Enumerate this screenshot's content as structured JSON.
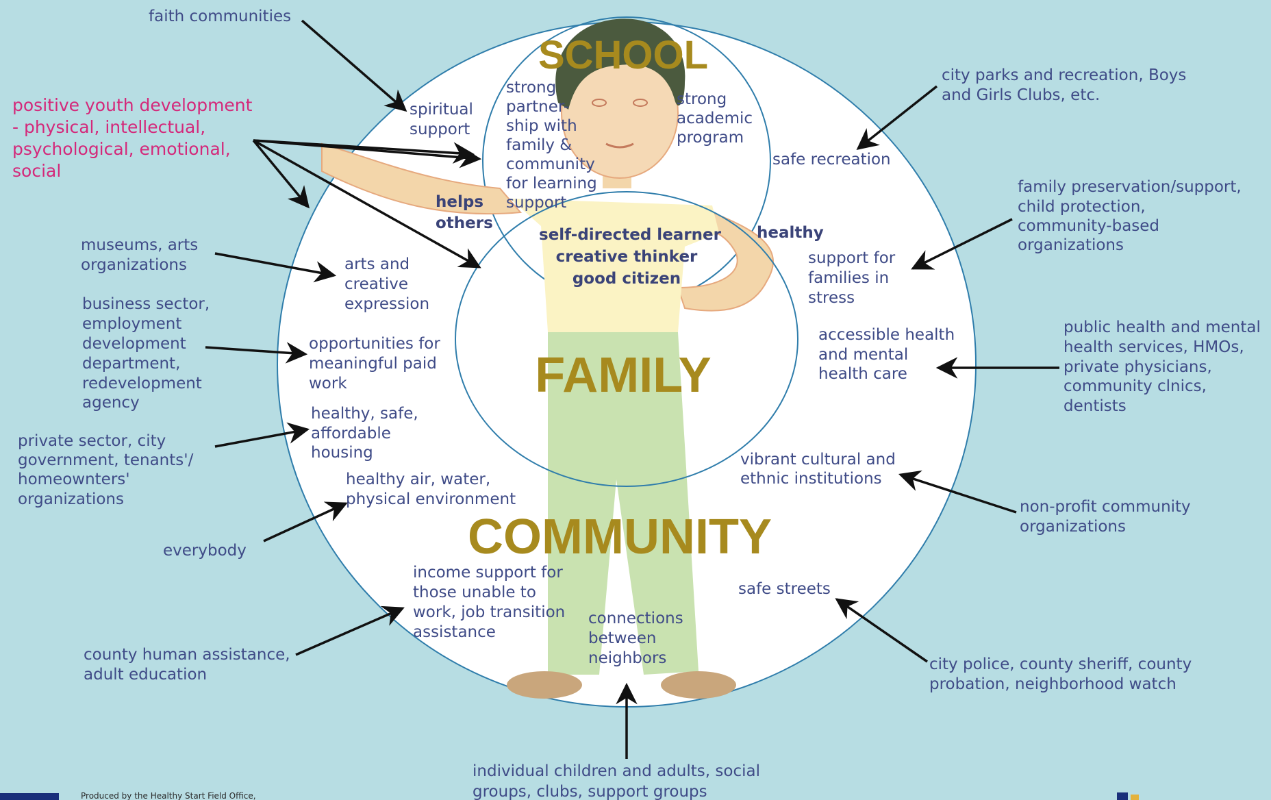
{
  "title": {
    "school": "SCHOOL",
    "family": "FAMILY",
    "community": "COMMUNITY"
  },
  "center": {
    "line1": "self-directed learner",
    "line2": "creative thinker",
    "line3": "good citizen"
  },
  "child_traits": {
    "helps": "helps",
    "others": "others",
    "healthy": "healthy"
  },
  "school_inner": {
    "left": [
      "strong",
      "partner-",
      "ship with",
      "family &",
      "community",
      "for learning",
      "support"
    ],
    "right": [
      "strong",
      "academic",
      "program"
    ]
  },
  "inner": {
    "spiritual": [
      "spiritual",
      "support"
    ],
    "safe_recreation": "safe recreation",
    "arts": [
      "arts and",
      "creative",
      "expression"
    ],
    "support_families": [
      "support for",
      "families in",
      "stress"
    ],
    "paid_work": [
      "opportunities for",
      "meaningful paid",
      "work"
    ],
    "health_care": [
      "accessible health",
      "and mental",
      "health care"
    ],
    "housing": [
      "healthy, safe,",
      "affordable",
      "housing"
    ],
    "cultural": [
      "vibrant cultural and",
      "ethnic institutions"
    ],
    "environment": [
      "healthy air, water,",
      "physical environment"
    ],
    "income": [
      "income support for",
      "those unable to",
      "work, job transition",
      "assistance"
    ],
    "safe_streets": "safe streets",
    "connections": [
      "connections",
      "between",
      "neighbors"
    ]
  },
  "outer": {
    "faith": "faith communities",
    "youth_dev": [
      "positive youth development",
      "- physical, intellectual,",
      "psychological, emotional,",
      "social"
    ],
    "parks": [
      "city parks and recreation, Boys",
      "and Girls Clubs, etc."
    ],
    "family_preservation": [
      "family preservation/support,",
      "child protection,",
      "community-based",
      "organizations"
    ],
    "museums": [
      "museums, arts",
      "organizations"
    ],
    "business": [
      "business sector,",
      "employment",
      "development",
      "department,",
      "redevelopment",
      "agency"
    ],
    "public_health": [
      "public health and mental",
      "health services, HMOs,",
      "private physicians,",
      "community clnics,",
      "dentists"
    ],
    "private_sector": [
      "private sector, city",
      "government, tenants'/",
      "homeownters'",
      "organizations"
    ],
    "everybody": "everybody",
    "nonprofit": [
      "non-profit community",
      "organizations"
    ],
    "county": [
      "county human assistance,",
      "adult education"
    ],
    "police": [
      "city police, county sheriff, county",
      "probation, neighborhood watch"
    ],
    "individuals": [
      "individual children and adults, social",
      "groups, clubs, support groups"
    ]
  },
  "footer": {
    "produced_by": "Produced by the Healthy Start Field Office,"
  },
  "colors": {
    "background": "#b7dde3",
    "label": "#3f4b87",
    "accent_pink": "#d4287a",
    "heading_gold": "#a78a1e",
    "circle_stroke": "#2f7dab"
  }
}
